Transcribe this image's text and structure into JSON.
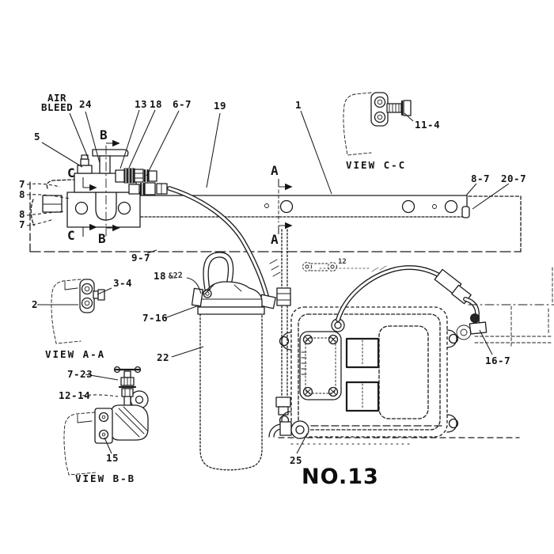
{
  "title": "NO.13",
  "views": {
    "cc": "VIEW C-C",
    "aa": "VIEW A-A",
    "bb": "VIEW B-B"
  },
  "sections": {
    "a": "A",
    "b": "B",
    "c": "C"
  },
  "annotations": {
    "air_bleed_line1": "AIR",
    "air_bleed_line2": "BLEED",
    "clamp_note": "&22",
    "ecm_small_mark": "12"
  },
  "callouts": {
    "c5": "5",
    "c24": "24",
    "c13": "13",
    "c18_top": "18",
    "c6_7": "6-7",
    "c19": "19",
    "c1": "1",
    "c11_4": "11-4",
    "c7_a": "7",
    "c8_a": "8",
    "c8_b": "8",
    "c7_b": "7",
    "c8_7": "8-7",
    "c20_7": "20-7",
    "c9_7": "9-7",
    "c18_mid": "18",
    "c7_16": "7-16",
    "c22": "22",
    "c2": "2",
    "c3_4": "3-4",
    "c7_23": "7-23",
    "c12_14": "12-14",
    "c15": "15",
    "c25": "25",
    "c16_7": "16-7"
  }
}
